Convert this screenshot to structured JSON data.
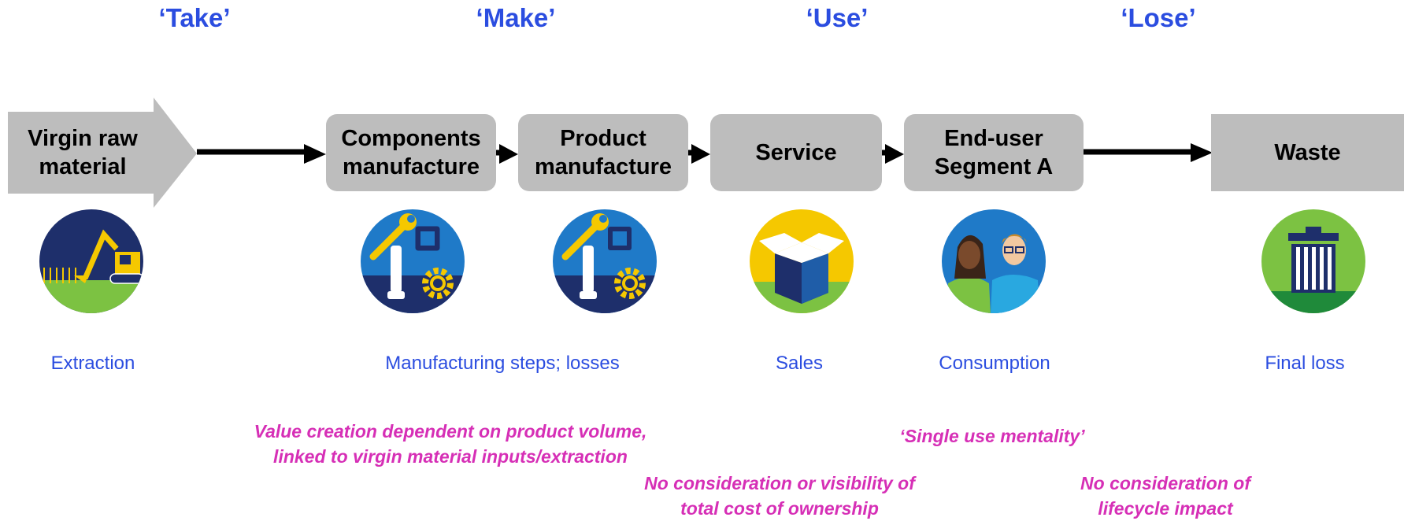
{
  "phases": [
    "‘Take’",
    "‘Make’",
    "‘Use’",
    "‘Lose’"
  ],
  "stages": [
    {
      "label": "Virgin raw\nmaterial"
    },
    {
      "label": "Components\nmanufacture"
    },
    {
      "label": "Product\nmanufacture"
    },
    {
      "label": "Service"
    },
    {
      "label": "End-user\nSegment A"
    },
    {
      "label": "Waste"
    }
  ],
  "icons": [
    "excavator-icon",
    "tools-chip-gear-icon",
    "tools-chip-gear-icon",
    "open-box-icon",
    "people-icon",
    "trash-bin-icon"
  ],
  "captions": [
    "Extraction",
    "Manufacturing steps; losses",
    "Sales",
    "Consumption",
    "Final loss"
  ],
  "notes": [
    "Value creation dependent on product volume,\nlinked to virgin material inputs/extraction",
    "‘Single use mentality’",
    "No consideration or visibility of\ntotal cost of ownership",
    "No consideration of\nlifecycle impact"
  ],
  "colors": {
    "phase": "#2b4de0",
    "note": "#d62fb6",
    "box": "#bdbdbd"
  }
}
